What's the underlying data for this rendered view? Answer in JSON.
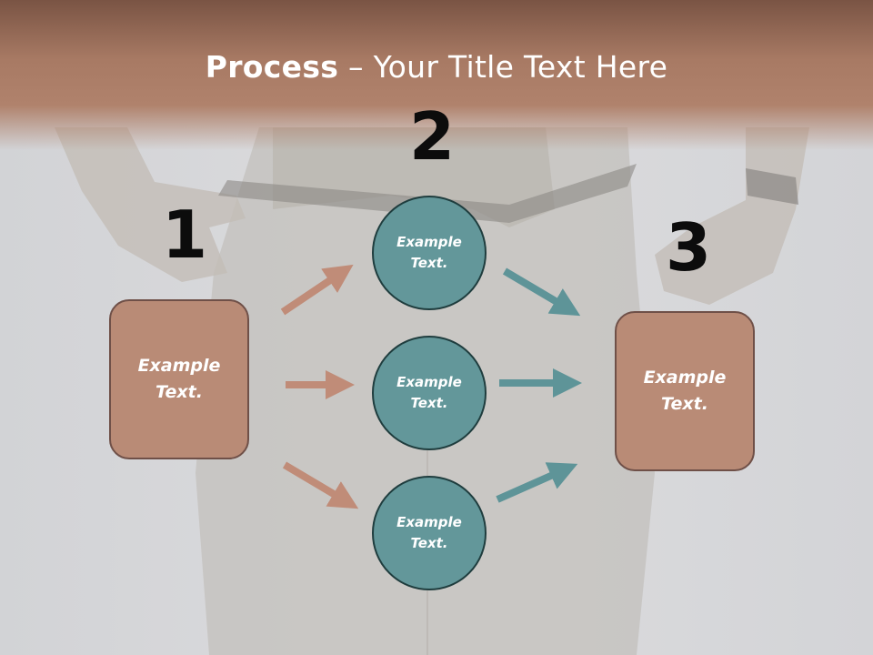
{
  "slide": {
    "title_bold": "Process",
    "title_rest": " – Your Title Text Here"
  },
  "steps": {
    "step1": {
      "number": "1",
      "label": "Example\nText."
    },
    "step2": {
      "number": "2",
      "top": "Example\nText.",
      "middle": "Example\nText.",
      "bottom": "Example\nText."
    },
    "step3": {
      "number": "3",
      "label": "Example\nText."
    }
  },
  "colors": {
    "header": "#a87a64",
    "box_fill": "#b98b76",
    "circle_fill": "#63979a",
    "arrow_left": "#c08c78",
    "arrow_right": "#5e9498"
  }
}
